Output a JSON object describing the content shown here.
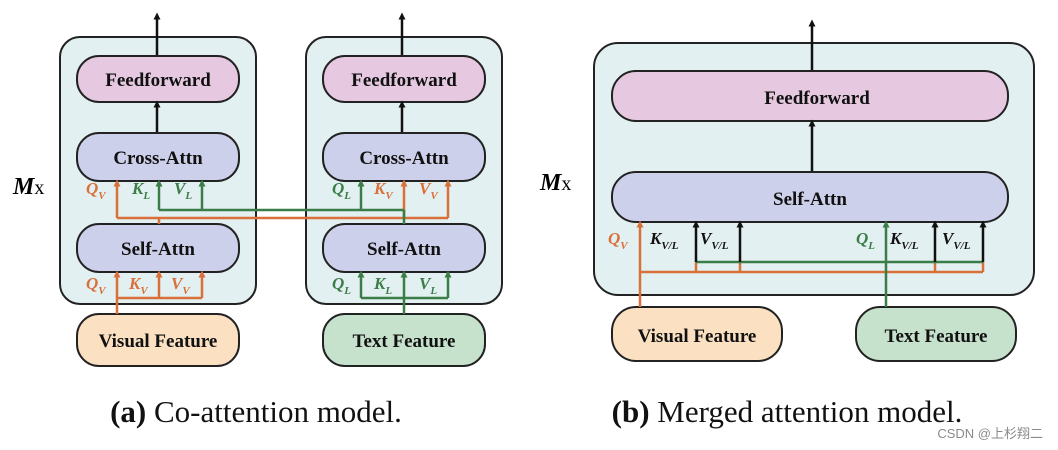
{
  "colors": {
    "panel": "#e3f0f1",
    "feedforward": "#e6c9e0",
    "attn": "#cdd0ea",
    "visual": "#fbe1c2",
    "text": "#c6e2cd",
    "orange": "#d9703a",
    "green": "#3b7d47"
  },
  "diagram_a": {
    "top": {
      "feedforward": "Feedforward",
      "cross_attn": "Cross-Attn",
      "self_attn": "Self-Attn"
    },
    "visual_stream": {
      "cross_labels": {
        "q": "Q",
        "q_sub": "V",
        "k": "K",
        "k_sub": "L",
        "v": "V",
        "v_sub": "L"
      },
      "self_labels": {
        "q": "Q",
        "q_sub": "V",
        "k": "K",
        "k_sub": "V",
        "v": "V",
        "v_sub": "V"
      }
    },
    "text_stream": {
      "cross_labels": {
        "q": "Q",
        "q_sub": "L",
        "k": "K",
        "k_sub": "V",
        "v": "V",
        "v_sub": "V"
      },
      "self_labels": {
        "q": "Q",
        "q_sub": "L",
        "k": "K",
        "k_sub": "L",
        "v": "V",
        "v_sub": "L"
      }
    },
    "visual_feature": "Visual Feature",
    "text_feature": "Text Feature",
    "caption_bold": "(a)",
    "caption_rest": " Co-attention model."
  },
  "diagram_b": {
    "feedforward": "Feedforward",
    "self_attn": "Self-Attn",
    "labels": {
      "qv": "Q",
      "qv_sub": "V",
      "k1": "K",
      "k1_sub": "V/L",
      "v1": "V",
      "v1_sub": "V/L",
      "ql": "Q",
      "ql_sub": "L",
      "k2": "K",
      "k2_sub": "V/L",
      "v2": "V",
      "v2_sub": "V/L"
    },
    "visual_feature": "Visual Feature",
    "text_feature": "Text Feature",
    "caption_bold": "(b)",
    "caption_rest": " Merged attention model."
  },
  "repeat": {
    "m": "M",
    "x": "x"
  },
  "watermark": "CSDN @上杉翔二"
}
